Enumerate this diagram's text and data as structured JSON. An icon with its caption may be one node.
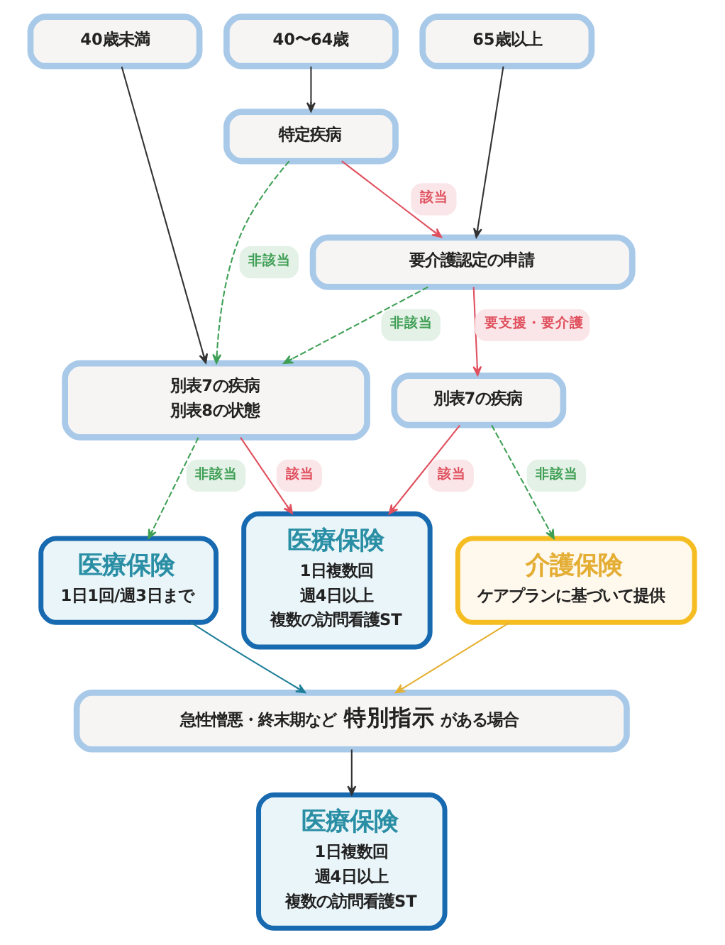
{
  "diagram": {
    "nodes": [
      {
        "text": [
          "40歳未満"
        ]
      },
      {
        "text": [
          "40〜64歳"
        ]
      },
      {
        "text": [
          "65歳以上"
        ]
      },
      {
        "text": [
          "特定疾病"
        ]
      },
      {
        "text": [
          "要介護認定の申請"
        ]
      },
      {
        "text": [
          "別表7の疾病",
          "別表8の状態"
        ]
      },
      {
        "text": [
          "別表7の疾病"
        ]
      },
      {
        "text": [
          "医療保険",
          "1日1回/週3日まで"
        ]
      },
      {
        "text": [
          "医療保険",
          "1日複数回",
          "週4日以上",
          "複数の訪問看護ST"
        ]
      },
      {
        "text": [
          "介護保険",
          "ケアプランに基づいて提供"
        ]
      },
      {
        "text": [
          "急性憎悪・終末期など **特別指示** がある場合"
        ]
      },
      {
        "text": [
          "医療保険",
          "1日複数回",
          "週4日以上",
          "複数の訪問看護ST"
        ]
      }
    ],
    "edges": [
      {
        "from": 0,
        "to": 5,
        "arrow": "to"
      },
      {
        "from": 1,
        "to": 3,
        "arrow": "to"
      },
      {
        "from": 3,
        "to": 5,
        "arrow": "to",
        "label": "非該当",
        "style": "dashed",
        "color": "#3f9f55"
      },
      {
        "from": 3,
        "to": 4,
        "arrow": "to",
        "label": "該当",
        "color": "#e0505e"
      },
      {
        "from": 2,
        "to": 4,
        "arrow": "to"
      },
      {
        "from": 4,
        "to": 5,
        "arrow": "to",
        "label": "非該当",
        "style": "dashed",
        "color": "#3f9f55"
      },
      {
        "from": 4,
        "to": 6,
        "arrow": "to",
        "label": "要支援・要介護",
        "color": "#e0505e"
      },
      {
        "from": 5,
        "to": 7,
        "arrow": "to",
        "label": "非該当",
        "style": "dashed",
        "color": "#3f9f55"
      },
      {
        "from": 5,
        "to": 8,
        "arrow": "to",
        "label": "該当",
        "color": "#e0505e"
      },
      {
        "from": 6,
        "to": 8,
        "arrow": "to",
        "label": "該当",
        "color": "#e0505e"
      },
      {
        "from": 6,
        "to": 9,
        "arrow": "to",
        "label": "非該当",
        "style": "dashed",
        "color": "#3f9f55"
      },
      {
        "from": 7,
        "to": 10,
        "arrow": "to",
        "color": "#1f7f9a"
      },
      {
        "from": 9,
        "to": 10,
        "arrow": "to",
        "color": "#e6b030"
      },
      {
        "from": 10,
        "to": 11,
        "arrow": "to"
      }
    ]
  }
}
